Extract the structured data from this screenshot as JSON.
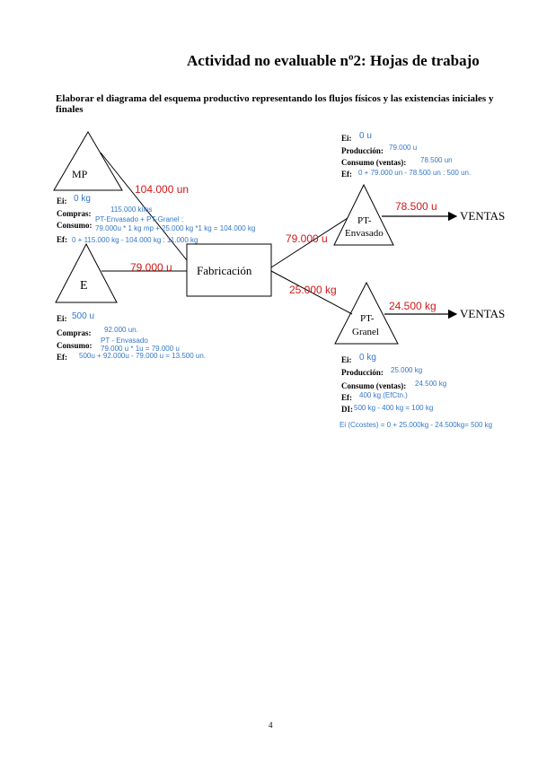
{
  "header": {
    "title": "Actividad no evaluable nº2: Hojas de trabajo",
    "subtitle": "Elaborar el diagrama del esquema productivo representando los flujos físicos y las existencias iniciales y finales"
  },
  "nodes": {
    "mp": "MP",
    "e": "E",
    "fabricacion": "Fabricación",
    "pt_envasado": [
      "PT-",
      "Envasado"
    ],
    "pt_granel": [
      "PT-",
      "Granel"
    ],
    "ventas1": "VENTAS",
    "ventas2": "VENTAS"
  },
  "flows": {
    "mp_fab": "104.000 un",
    "e_fab": "79.000 u",
    "fab_env": "79.000 u",
    "fab_gra": "25.000 kg",
    "env_ventas": "78.500 u",
    "gra_ventas": "24.500 kg"
  },
  "mp_info": {
    "ei_label": "Ei:",
    "ei_value": "0 kg",
    "compras_label": "Compras:",
    "compras_value": "115.000 kilos",
    "consumo_label": "Consumo:",
    "consumo_value1": "PT-Envasado + PT-Granel :",
    "consumo_value2": "79.000u * 1 kg mp + 25.000 kg  *1 kg = 104.000 kg",
    "ef_label": "Ef:",
    "ef_value": "0 + 115.000 kg - 104.000 kg : 11.000 kg"
  },
  "e_info": {
    "ei_label": "Ei:",
    "ei_value": "500 u",
    "compras_label": "Compras:",
    "compras_value": "92.000 un.",
    "consumo_label": "Consumo:",
    "consumo_value1": "PT - Envasado",
    "consumo_value2": "79.000 u * 1u =  79.000 u",
    "ef_label": "Ef:",
    "ef_value": "500u +  92.000u - 79.000 u = 13.500 un."
  },
  "env_info": {
    "ei_label": "Ei:",
    "ei_value": "0 u",
    "prod_label": "Producción:",
    "prod_value": "79.000 u",
    "consumo_label": "Consumo (ventas):",
    "consumo_value": "78.500 un",
    "ef_label": "Ef:",
    "ef_value": "0 + 79.000 un - 78.500 un : 500 un."
  },
  "gra_info": {
    "ei_label": "Ei:",
    "ei_value": "0 kg",
    "prod_label": "Producción:",
    "prod_value": "25.000 kg",
    "consumo_label": "Consumo (ventas):",
    "consumo_value": "24.500 kg",
    "ef_label": "Ef:",
    "ef_value": "400 kg (EfCtn.)",
    "di_label": "DI:",
    "di_value": "500 kg - 400 kg = 100 kg",
    "ei_costes": "Ei (Ccostes) = 0 + 25.000kg - 24.500kg=  500 kg"
  },
  "footer": {
    "page_number": "4"
  },
  "colors": {
    "flow_label": "#d01818",
    "annotation": "#3377cc",
    "line": "#000000"
  }
}
